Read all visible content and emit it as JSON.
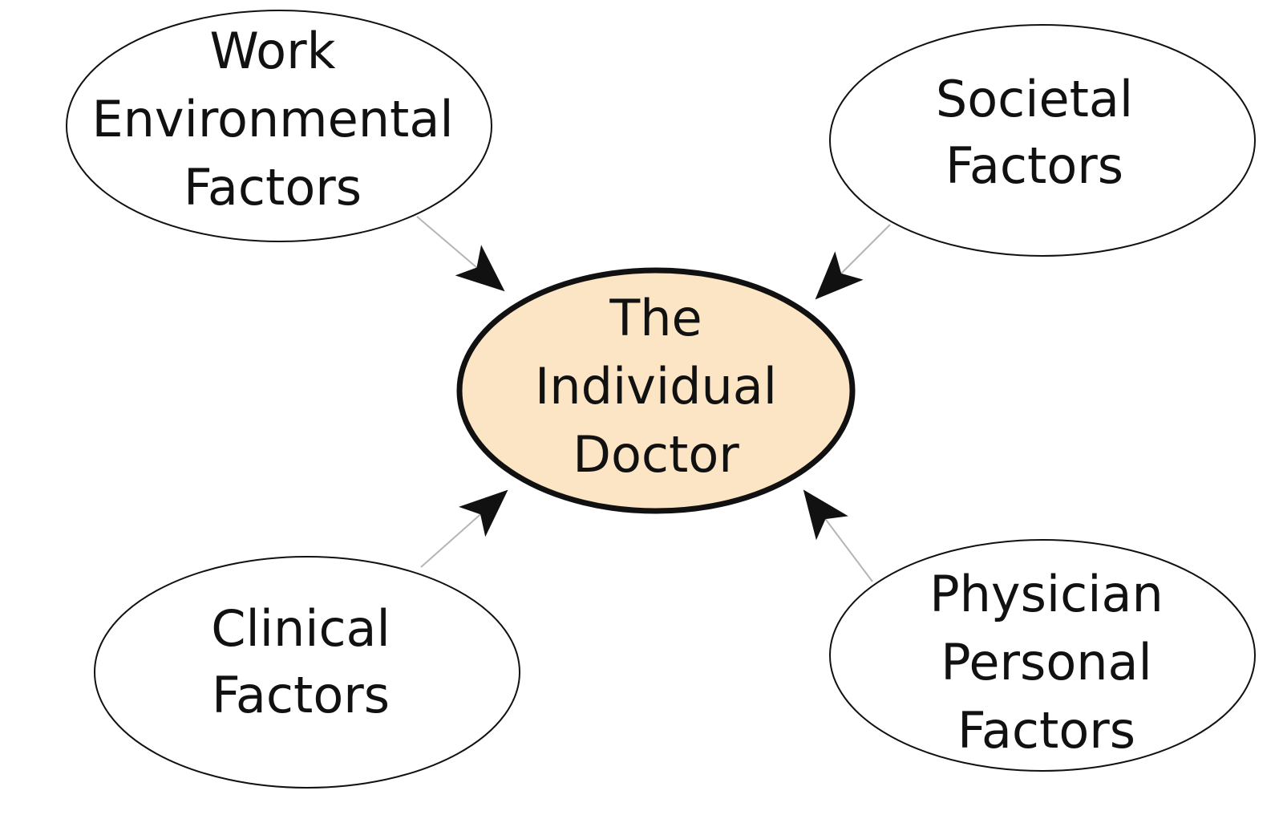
{
  "diagram": {
    "center": {
      "lines": [
        "The",
        "Individual",
        "Doctor"
      ],
      "fill": "#fce5c4",
      "stroke": "#111111"
    },
    "nodes": [
      {
        "id": "work",
        "lines": [
          "Work",
          "Environmental",
          "Factors"
        ]
      },
      {
        "id": "societal",
        "lines": [
          "Societal",
          "Factors"
        ]
      },
      {
        "id": "clinical",
        "lines": [
          "Clinical",
          "Factors"
        ]
      },
      {
        "id": "personal",
        "lines": [
          "Physician",
          "Personal",
          "Factors"
        ]
      }
    ],
    "connector_color": "#b5b5b5",
    "arrowhead_color": "#111111"
  }
}
